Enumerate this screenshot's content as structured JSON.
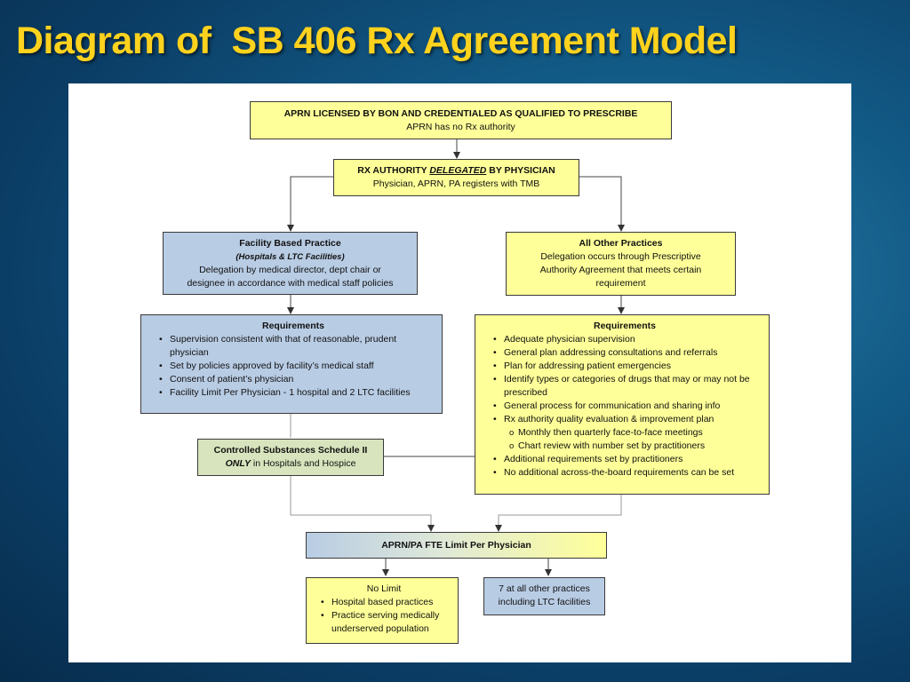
{
  "slide_title": "Diagram of  SB 406 Rx Agreement Model",
  "colors": {
    "yellow_box": "#ffff99",
    "blue_box": "#b8cce4",
    "green_box": "#d7e4bd",
    "title": "#ffd21e"
  },
  "boxes": {
    "licensed": {
      "title": "APRN LICENSED BY BON AND CREDENTIALED AS QUALIFIED TO PRESCRIBE",
      "subtitle": "APRN has no Rx authority"
    },
    "delegated": {
      "title_pre": "RX AUTHORITY ",
      "title_emph": "DELEGATED",
      "title_post": " BY PHYSICIAN",
      "subtitle": "Physician, APRN, PA registers with TMB"
    },
    "facility": {
      "title": "Facility Based Practice",
      "subtitle": "(Hospitals & LTC Facilities)",
      "line1": "Delegation by medical director, dept chair or",
      "line2": "designee in accordance with medical staff policies"
    },
    "other": {
      "title": "All Other Practices",
      "line1": "Delegation occurs through Prescriptive",
      "line2": "Authority Agreement that meets certain",
      "line3": "requirement"
    },
    "facility_requirements": {
      "title": "Requirements",
      "items": [
        "Supervision consistent with that of reasonable, prudent physician",
        "Set by policies approved by facility’s medical staff",
        "Consent of patient’s physician",
        "Facility Limit Per Physician  - 1 hospital and 2 LTC facilities"
      ]
    },
    "other_requirements": {
      "title": "Requirements",
      "items": [
        "Adequate physician supervision",
        "General plan addressing consultations and referrals",
        "Plan for addressing patient emergencies",
        "Identify types or categories of drugs that may or may not be prescribed",
        "General process for communication and sharing info",
        "Rx authority quality evaluation & improvement plan"
      ],
      "subitems": [
        "Monthly then quarterly face-to-face meetings",
        "Chart review with number set by practitioners"
      ],
      "items_after": [
        "Additional requirements set by practitioners",
        "No additional across-the-board requirements can be set"
      ]
    },
    "controlled": {
      "title": "Controlled Substances Schedule II",
      "line_emph": "ONLY",
      "line_rest": " in Hospitals and Hospice"
    },
    "fte": {
      "title": "APRN/PA FTE Limit Per Physician"
    },
    "no_limit": {
      "title": "No Limit",
      "items": [
        "Hospital based practices",
        "Practice serving medically underserved population"
      ]
    },
    "seven": {
      "line1": "7 at all other practices",
      "line2": "including LTC facilities"
    }
  }
}
